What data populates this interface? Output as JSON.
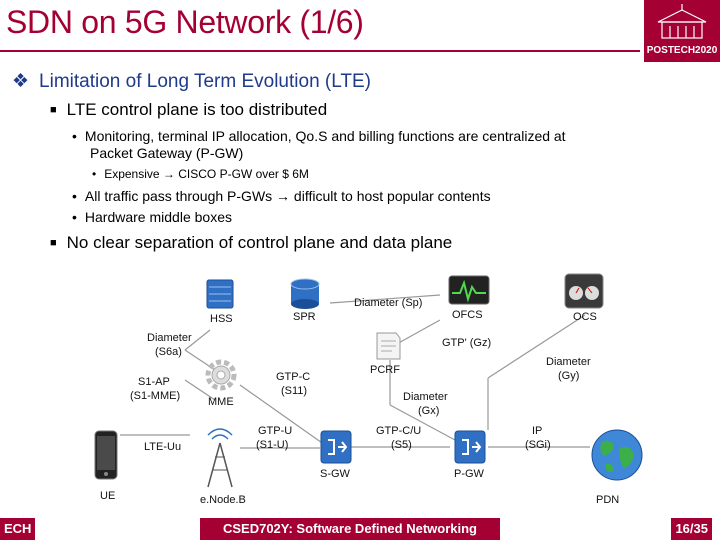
{
  "slide": {
    "title": "SDN on 5G Network (1/6)",
    "logo_text": "POSTECH2020",
    "footer_left": "ECH",
    "footer_center": "CSED702Y: Software Defined Networking",
    "page_number": "16/35"
  },
  "bullets": {
    "l1": "Limitation of Long Term Evolution (LTE)",
    "l2a": "LTE control plane is too distributed",
    "l3a_line1": "Monitoring, terminal IP allocation, Qo.S and billing functions are centralized at",
    "l3a_line2": "Packet Gateway (P-GW)",
    "l4a": "Expensive → CISCO P-GW over $ 6M",
    "l3b": "All traffic pass through P-GWs → difficult to host popular contents",
    "l3c": "Hardware middle boxes",
    "l2b": "No clear separation of control plane and data plane"
  },
  "diagram": {
    "nodes": {
      "hss": "HSS",
      "spr": "SPR",
      "ofcs": "OFCS",
      "ocs": "OCS",
      "pcrf": "PCRF",
      "mme": "MME",
      "sgw": "S-GW",
      "pgw": "P-GW",
      "enodeb": "e.Node.B",
      "ue": "UE",
      "pdn": "PDN"
    },
    "links": {
      "diameter_sp": "Diameter (Sp)",
      "gtp_gz": "GTP' (Gz)",
      "diameter_s6a_1": "Diameter",
      "diameter_s6a_2": "(S6a)",
      "s1ap_1": "S1-AP",
      "s1ap_2": "(S1-MME)",
      "gtpc_s11_1": "GTP-C",
      "gtpc_s11_2": "(S11)",
      "diameter_gx_1": "Diameter",
      "diameter_gx_2": "(Gx)",
      "diameter_gy_1": "Diameter",
      "diameter_gy_2": "(Gy)",
      "lte_uu": "LTE-Uu",
      "gtpu_1": "GTP-U",
      "gtpu_2": "(S1-U)",
      "gtpcu_1": "GTP-C/U",
      "gtpcu_2": "(S5)",
      "ip_sgi_1": "IP",
      "ip_sgi_2": "(SGi)"
    }
  },
  "colors": {
    "brand": "#a50034",
    "heading": "#1f3a8a",
    "router_blue": "#2f6fc4"
  }
}
